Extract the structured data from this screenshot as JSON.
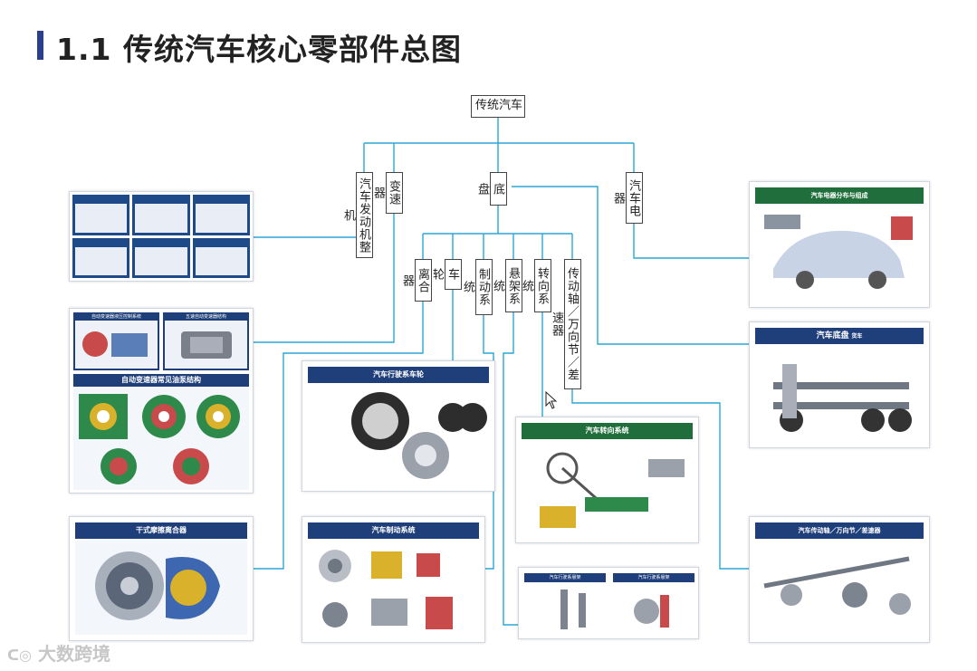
{
  "title": "1.1 传统汽车核心零部件总图",
  "tree": {
    "root": "传统汽车",
    "level1": [
      "汽车发动机整机",
      "变速器",
      "底盘",
      "汽车电器"
    ],
    "chassis_children": [
      "离合器",
      "车轮",
      "制动系统",
      "悬架系统",
      "转向系统",
      "传动轴／万向节／差速器"
    ]
  },
  "panels": {
    "electric": "汽车电器分布与组成",
    "chassis": "汽车底盘",
    "chassis_tag": "货车",
    "wheel": "汽车行驶系车轮",
    "steering": "汽车转向系统",
    "clutch": "干式摩擦离合器",
    "brake": "汽车制动系统",
    "driveline": "汽车传动轴／万向节／差速器",
    "suspension_left": "汽车行驶系悬架",
    "suspension_right": "汽车行驶系悬架",
    "transmission_main": "自动变速器常见油泵结构",
    "transmission_left": "自动变速器液压控制系统",
    "transmission_right": "五速自动变速器结构"
  },
  "watermark": "大数跨境",
  "colors": {
    "accent": "#2b3f8c",
    "connector": "#2aa7d6",
    "navy": "#1f3f7a",
    "green": "#1f6e3c"
  },
  "icons": {
    "cursor": "mouse-pointer-icon",
    "watermark": "watermark-logo-icon"
  }
}
